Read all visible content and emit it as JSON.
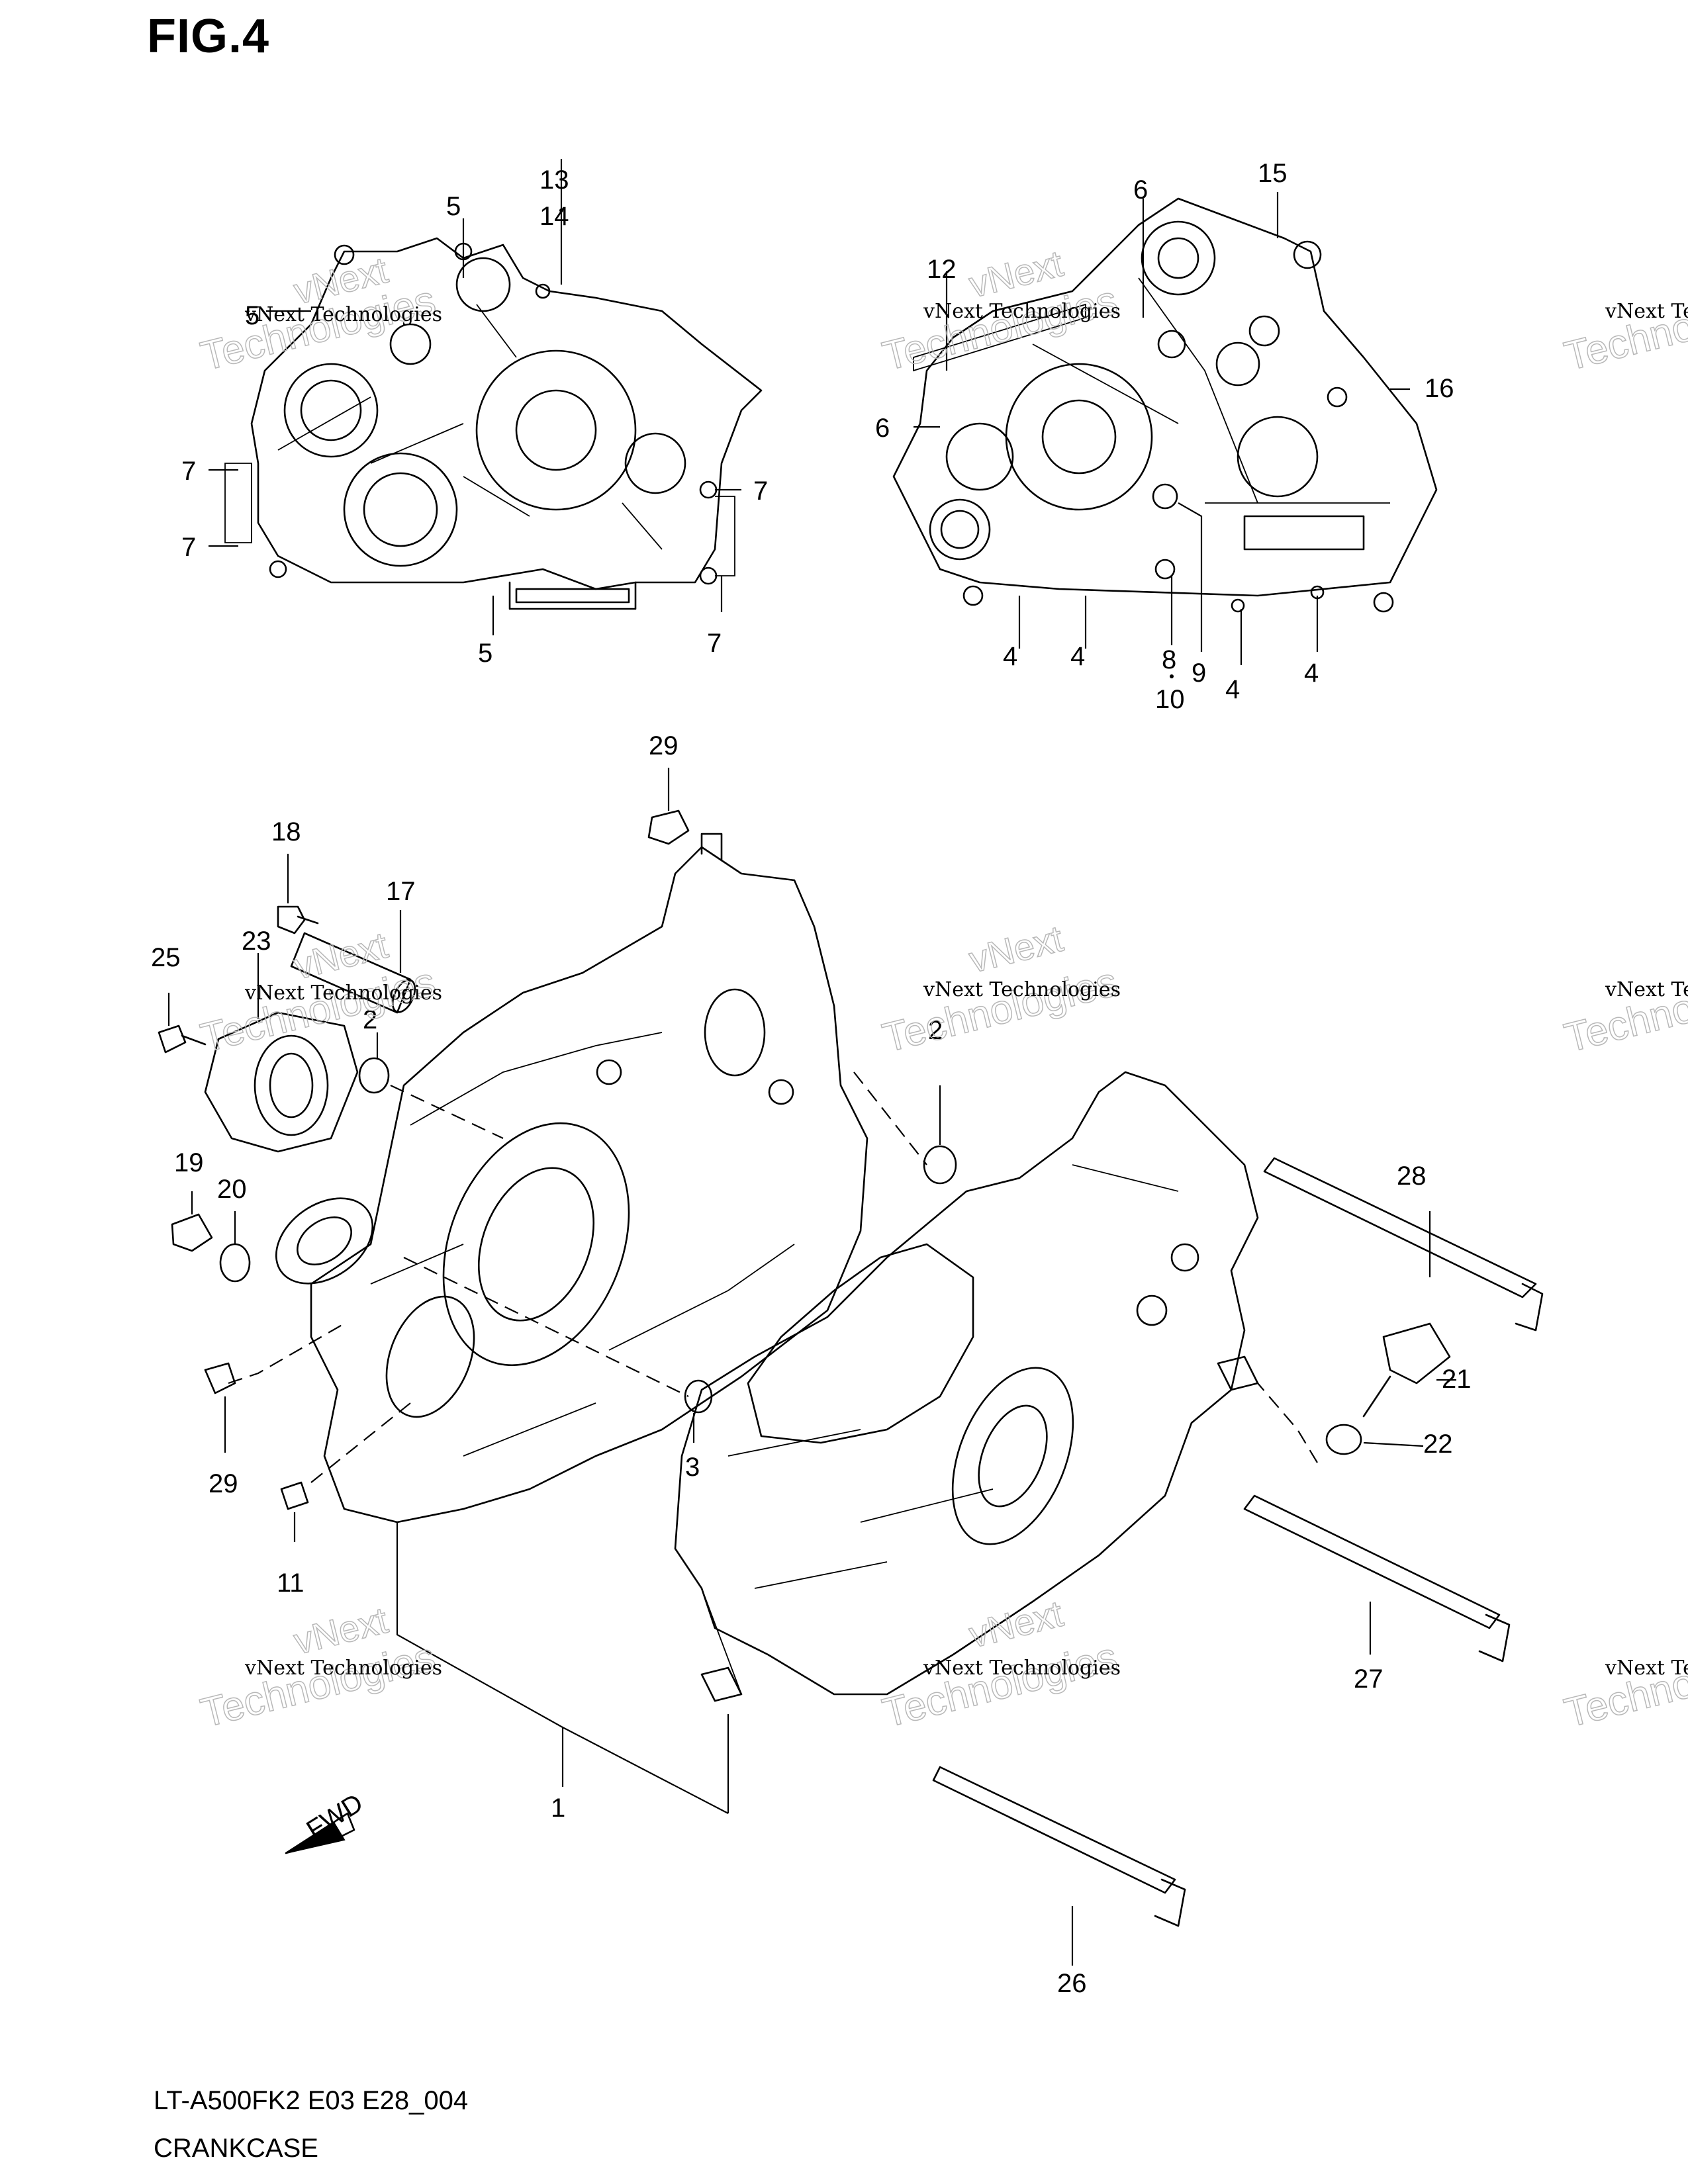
{
  "figure": {
    "title": "FIG.4",
    "model_code": "LT-A500FK2 E03 E28_004",
    "section_name": "CRANKCASE"
  },
  "watermark": {
    "line1": "vNext Technologies",
    "line2": "vNext",
    "line3": "Technologies"
  },
  "fwd_label": "FWD",
  "callouts": [
    "1",
    "2",
    "2",
    "3",
    "4",
    "4",
    "4",
    "4",
    "5",
    "5",
    "5",
    "6",
    "6",
    "7",
    "7",
    "7",
    "7",
    "8",
    "9",
    "10",
    "11",
    "12",
    "13",
    "14",
    "15",
    "16",
    "17",
    "18",
    "19",
    "20",
    "21",
    "22",
    "23",
    "25",
    "26",
    "27",
    "28",
    "29",
    "29"
  ],
  "colors": {
    "line": "#000000",
    "watermark": "#b8b8b8",
    "background": "#ffffff"
  }
}
